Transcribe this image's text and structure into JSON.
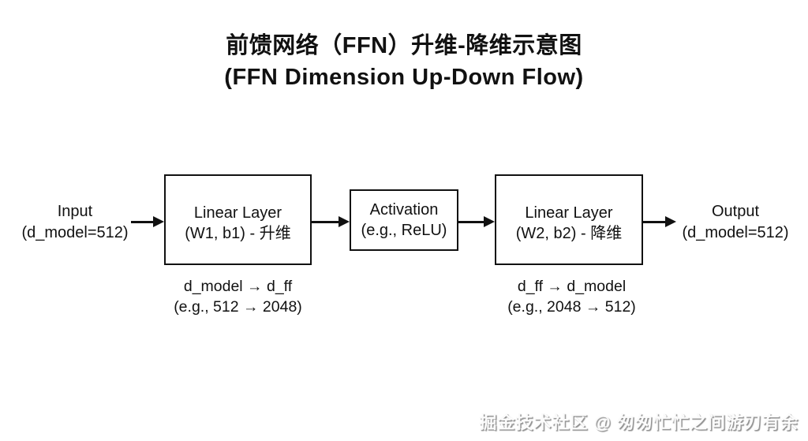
{
  "title": {
    "line1": "前馈网络（FFN）升维-降维示意图",
    "line2": "(FFN Dimension Up-Down Flow)"
  },
  "diagram": {
    "input": {
      "line1": "Input",
      "line2": "(d_model=512)"
    },
    "linear1": {
      "line1": "Linear Layer",
      "line2": "(W1, b1) - 升维",
      "caption1": "d_model → d_ff",
      "caption2": "(e.g., 512 → 2048)"
    },
    "activation": {
      "line1": "Activation",
      "line2": "(e.g., ReLU)"
    },
    "linear2": {
      "line1": "Linear Layer",
      "line2": "(W2, b2) - 降维",
      "caption1": "d_ff → d_model",
      "caption2": "(e.g., 2048 → 512)"
    },
    "output": {
      "line1": "Output",
      "line2": "(d_model=512)"
    }
  },
  "watermark": "掘金技术社区 @ 匆匆忙忙之间游刃有余",
  "colors": {
    "text": "#111111",
    "background": "#ffffff",
    "watermark_fill": "#fbfbfb",
    "watermark_shadow": "#8f8f8f"
  }
}
